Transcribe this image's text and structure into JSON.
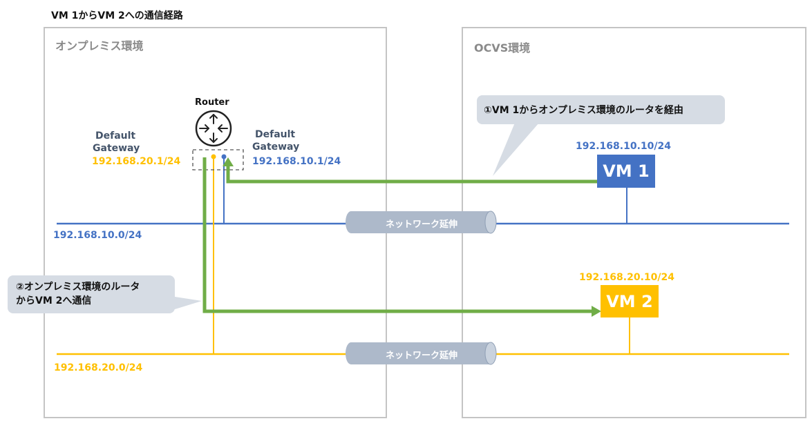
{
  "title": "VM 1からVM 2への通信経路",
  "regions": {
    "onprem": "オンプレミス環境",
    "ocvs": "OCVS環境"
  },
  "router": {
    "label": "Router",
    "left_gateway": {
      "line1": "Default",
      "line2": "Gateway",
      "ip": "192.168.20.1/24"
    },
    "right_gateway": {
      "line1": "Default",
      "line2": "Gateway",
      "ip": "192.168.10.1/24"
    }
  },
  "networks": {
    "net10": "192.168.10.0/24",
    "net20": "192.168.20.0/24",
    "extension_label": "ネットワーク延伸"
  },
  "vms": {
    "vm1": {
      "name": "VM 1",
      "ip": "192.168.10.10/24"
    },
    "vm2": {
      "name": "VM 2",
      "ip": "192.168.20.10/24"
    }
  },
  "callouts": {
    "step1": "①VM 1からオンプレミス環境のルータを経由",
    "step2_line1": "②オンプレミス環境のルータ",
    "step2_line2": "からVM 2へ通信"
  },
  "colors": {
    "blue": "#4472c4",
    "yellow": "#ffc000",
    "green": "#70ad47",
    "region_border": "#c4c4c4",
    "callout_bg": "#d6dce4",
    "pipe": "#adb9ca"
  }
}
